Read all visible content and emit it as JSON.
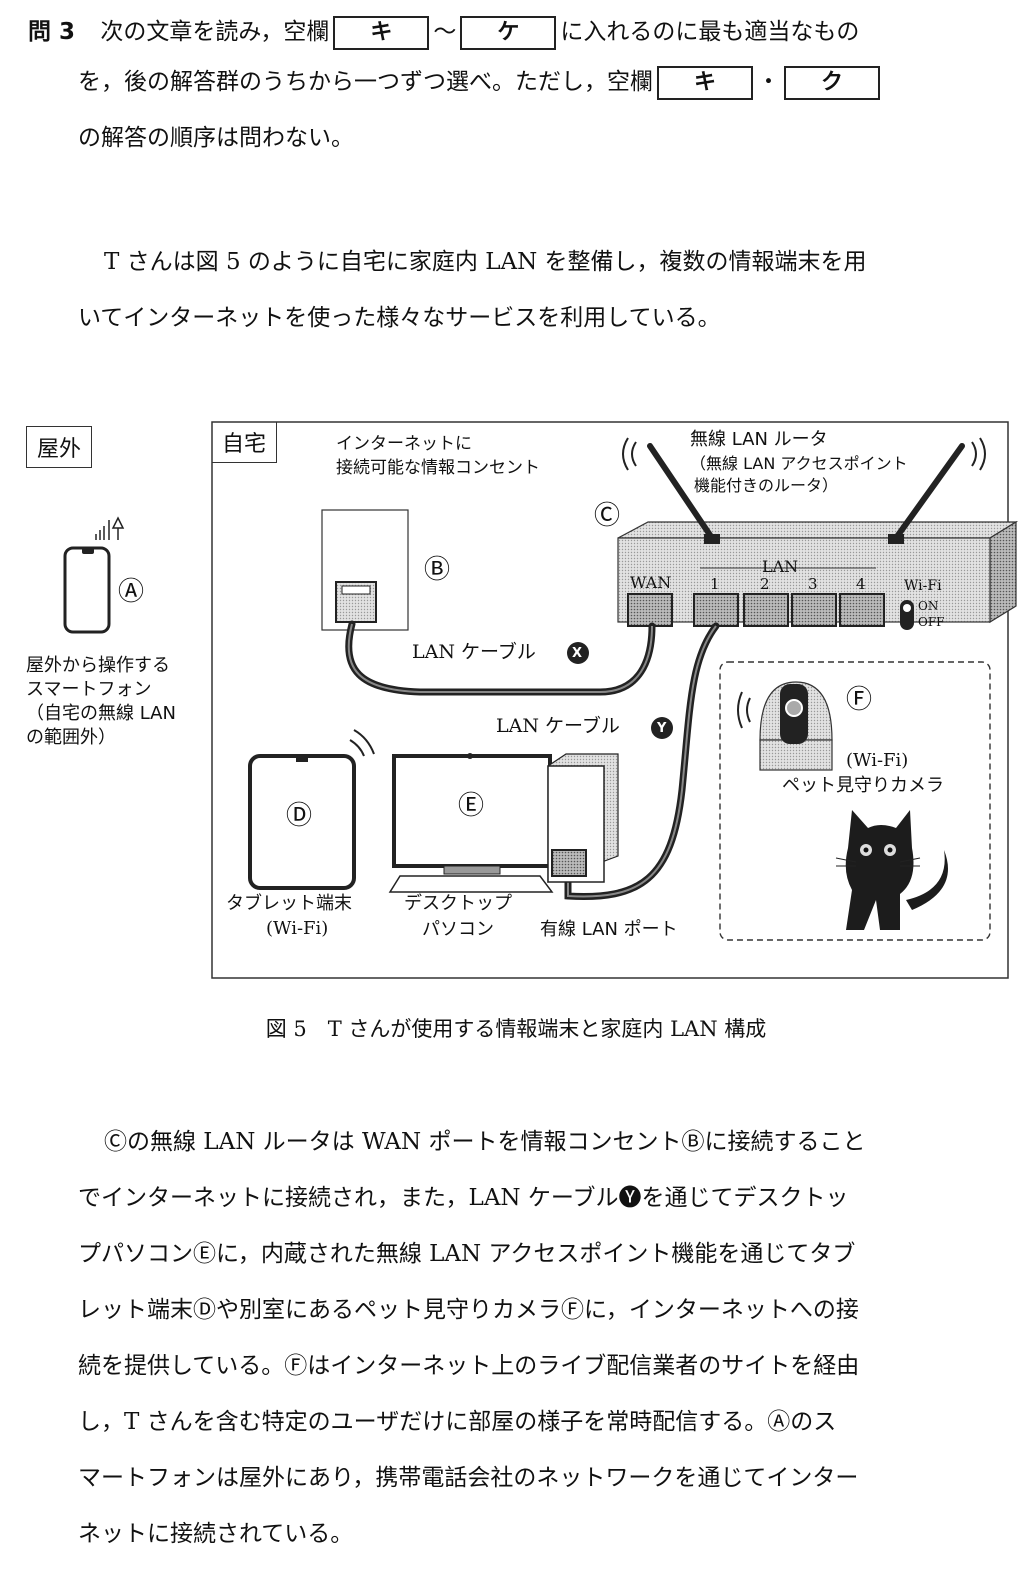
{
  "question": {
    "number": "問 3",
    "line1_a": "次の文章を読み，空欄",
    "box_ki": "キ",
    "tilde": "〜",
    "box_ke": "ケ",
    "line1_b": "に入れるのに最も適当なもの",
    "line2_a": "を，後の解答群のうちから一つずつ選べ。ただし，空欄",
    "box_ki2": "キ",
    "dot": "・",
    "box_ku": "ク",
    "line3": "の解答の順序は問わない。"
  },
  "intro": {
    "line1": "T さんは図 5 のように自宅に家庭内 LAN を整備し，複数の情報端末を用",
    "line2": "いてインターネットを使った様々なサービスを利用している。"
  },
  "figure": {
    "outdoor_tag": "屋外",
    "home_tag": "自宅",
    "outlet_label_1": "インターネットに",
    "outlet_label_2": "接続可能な情報コンセント",
    "router_label_1": "無線 LAN ルータ",
    "router_label_2": "（無線 LAN アクセスポイント",
    "router_label_3": "機能付きのルータ）",
    "mark_a": "Ⓐ",
    "mark_b": "Ⓑ",
    "mark_c": "Ⓒ",
    "mark_d": "Ⓓ",
    "mark_e": "Ⓔ",
    "mark_f": "Ⓕ",
    "phone_label_1": "屋外から操作する",
    "phone_label_2": "スマートフォン",
    "phone_label_3": "（自宅の無線 LAN",
    "phone_label_4": "の範囲外）",
    "wan_port": "WAN",
    "lan_label": "LAN",
    "port1": "1",
    "port2": "2",
    "port3": "3",
    "port4": "4",
    "wifi_label": "Wi-Fi",
    "wifi_on": "ON",
    "wifi_off": "OFF",
    "cable_x_label": "LAN ケーブル",
    "cable_x_mark": "X",
    "cable_y_label": "LAN ケーブル",
    "cable_y_mark": "Y",
    "camera_wifi": "(Wi-Fi)",
    "camera_label": "ペット見守りカメラ",
    "tablet_label_1": "タブレット端末",
    "tablet_label_2": "(Wi-Fi)",
    "pc_label_1": "デスクトップ",
    "pc_label_2": "パソコン",
    "wired_port_label": "有線 LAN ポート"
  },
  "caption": "図 5　T さんが使用する情報端末と家庭内 LAN 構成",
  "body": [
    "Ⓒの無線 LAN ルータは WAN ポートを情報コンセントⒷに接続すること",
    "でインターネットに接続され，また，LAN ケーブル🅨を通じてデスクトッ",
    "プパソコンⒺに，内蔵された無線 LAN アクセスポイント機能を通じてタブ",
    "レット端末Ⓓや別室にあるペット見守りカメラⒻに，インターネットへの接",
    "続を提供している。Ⓕはインターネット上のライブ配信業者のサイトを経由",
    "し，T さんを含む特定のユーザだけに部屋の様子を常時配信する。Ⓐのス",
    "マートフォンは屋外にあり，携帯電話会社のネットワークを通じてインター",
    "ネットに接続されている。"
  ]
}
